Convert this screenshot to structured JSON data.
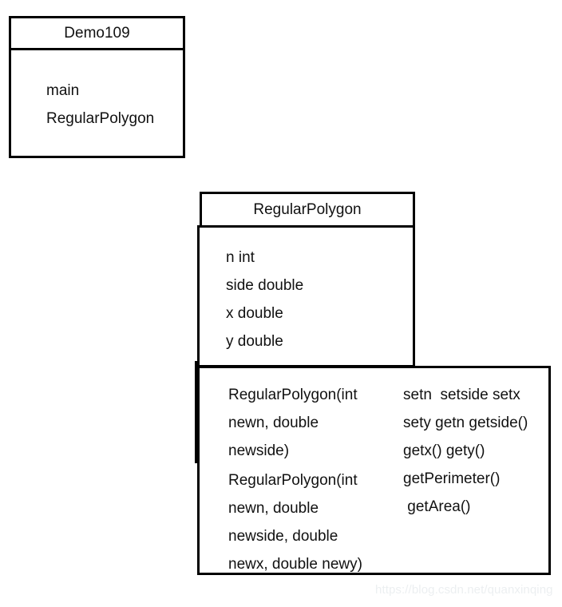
{
  "diagram": {
    "type": "uml-class-diagram",
    "background_color": "#ffffff",
    "stroke_color": "#000000",
    "text_color": "#111111"
  },
  "classes": [
    {
      "id": "demo109",
      "name": "Demo109",
      "attributes": [],
      "members": [
        "main",
        "RegularPolygon"
      ]
    },
    {
      "id": "regularpolygon",
      "name": "RegularPolygon",
      "attributes": [
        "n int",
        "side double",
        "x double",
        "y double"
      ],
      "methods_left": [
        "RegularPolygon(int",
        "newn, double",
        "newside)",
        "RegularPolygon(int",
        "newn, double",
        "newside, double",
        "newx, double newy)"
      ],
      "methods_right": [
        "setn  setside setx",
        "sety getn getside()",
        "getx() gety()",
        "getPerimeter()",
        " getArea()"
      ]
    }
  ],
  "watermark": {
    "text": "https://blog.csdn.net/quanxinqing",
    "color": "#eceff1"
  }
}
